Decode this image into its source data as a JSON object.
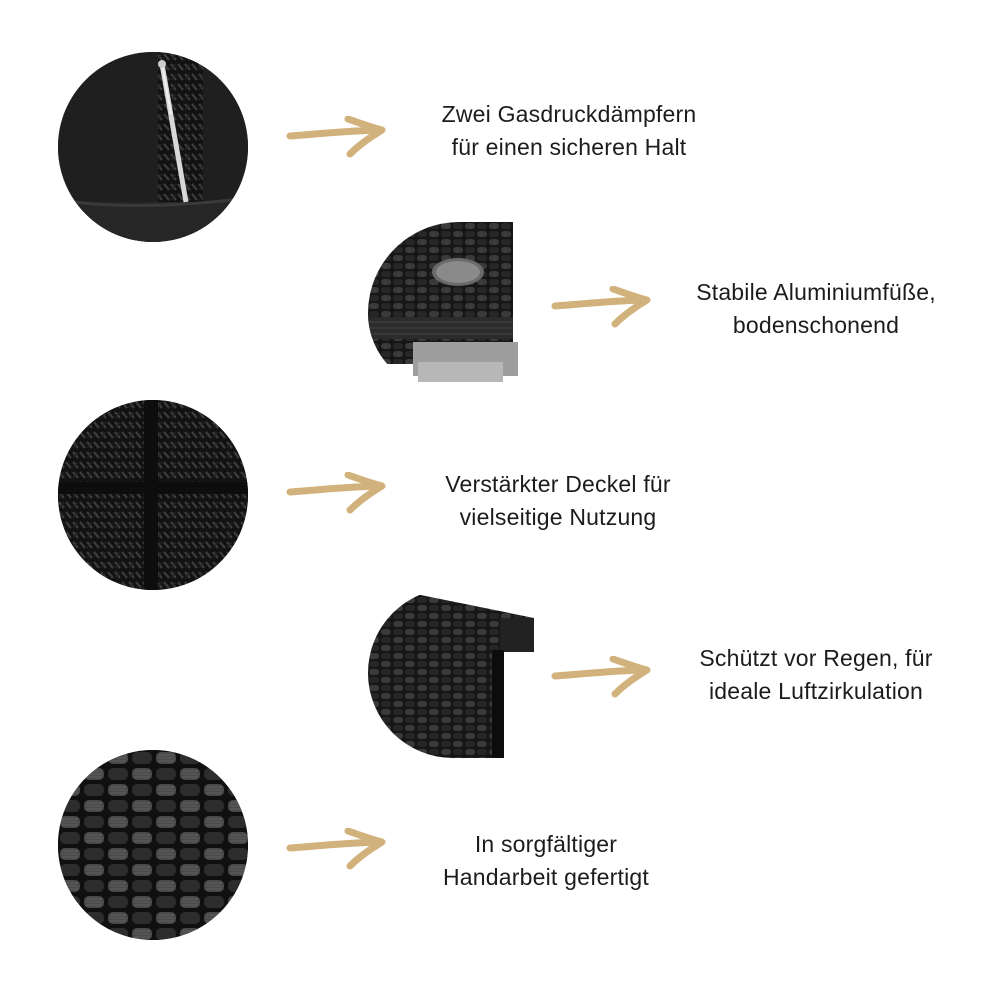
{
  "colors": {
    "arrow": "#d2b27c",
    "text": "#1c1c1c",
    "background": "#ffffff",
    "rattan": "#1b1b1b"
  },
  "features": [
    {
      "image": "gas-spring-photo",
      "icon": "arrow-right-icon",
      "lines": [
        "Zwei Gasdruckdämpfern",
        "für einen sicheren Halt"
      ]
    },
    {
      "image": "aluminium-foot-photo",
      "icon": "arrow-right-icon",
      "lines": [
        "Stabile Aluminiumfüße,",
        "bodenschonend"
      ]
    },
    {
      "image": "lid-weave-photo",
      "icon": "arrow-right-icon",
      "lines": [
        "Verstärkter Deckel für",
        "vielseitige Nutzung"
      ]
    },
    {
      "image": "lid-edge-photo",
      "icon": "arrow-right-icon",
      "lines": [
        "Schützt vor Regen, für",
        "ideale Luftzirkulation"
      ]
    },
    {
      "image": "handmade-weave-photo",
      "icon": "arrow-right-icon",
      "lines": [
        "In sorgfältiger",
        "Handarbeit gefertigt"
      ]
    }
  ]
}
